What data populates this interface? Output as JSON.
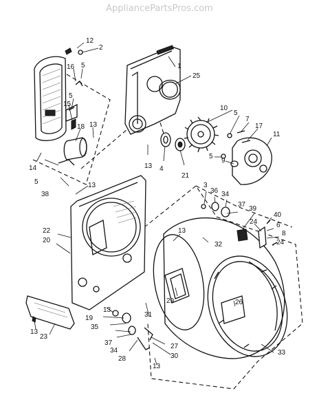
{
  "site_watermark": "AppliancePartsPros.com",
  "callouts": [
    "12",
    "2",
    "1",
    "25",
    "16",
    "5",
    "5",
    "15",
    "13",
    "18",
    "14",
    "5",
    "38",
    "13",
    "10",
    "5",
    "7",
    "17",
    "11",
    "13",
    "4",
    "21",
    "5",
    "9",
    "3",
    "36",
    "34",
    "37",
    "39",
    "40",
    "6",
    "8",
    "24",
    "24",
    "22",
    "20",
    "13",
    "32",
    "29",
    "26",
    "13",
    "19",
    "35",
    "37",
    "34",
    "28",
    "27",
    "30",
    "13",
    "31",
    "33",
    "13",
    "23"
  ]
}
